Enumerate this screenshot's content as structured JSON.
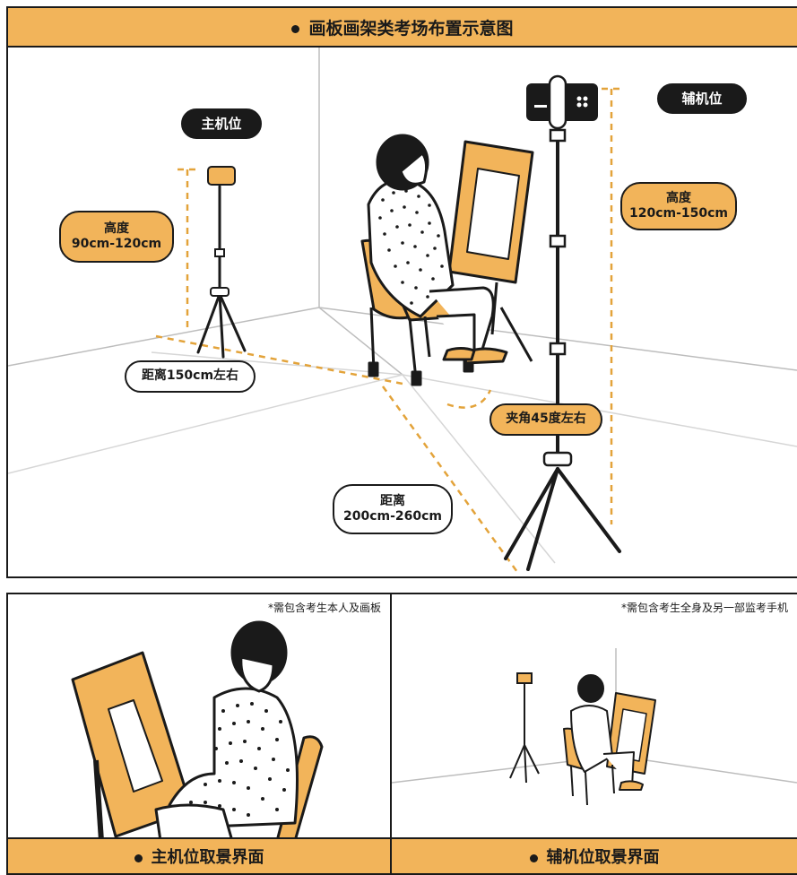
{
  "header": {
    "title": "画板画架类考场布置示意图"
  },
  "labels": {
    "main_camera": "主机位",
    "aux_camera": "辅机位",
    "height_main_line1": "高度",
    "height_main_line2": "90cm-120cm",
    "height_aux_line1": "高度",
    "height_aux_line2": "120cm-150cm",
    "distance_main": "距离150cm左右",
    "angle": "夹角45度左右",
    "distance_aux_line1": "距离",
    "distance_aux_line2": "200cm-260cm"
  },
  "bottom_left": {
    "note": "*需包含考生本人及画板",
    "title": "主机位取景界面"
  },
  "bottom_right": {
    "note": "*需包含考生全身及另一部监考手机",
    "title": "辅机位取景界面"
  },
  "colors": {
    "accent": "#f2b45a",
    "line": "#1a1a1a",
    "dashed": "#e3a33a"
  }
}
